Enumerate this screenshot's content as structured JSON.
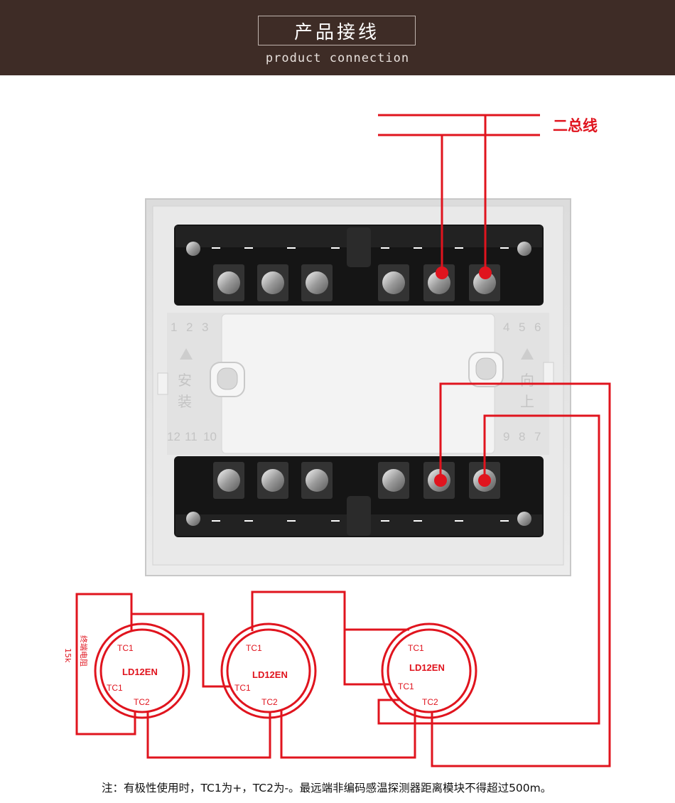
{
  "header": {
    "title": "产品接线",
    "subtitle": "product connection",
    "bg_color": "#3e2c26"
  },
  "bus": {
    "label": "二总线",
    "color": "#e0141e"
  },
  "module": {
    "top_numbers": [
      "1",
      "2",
      "3",
      "4",
      "5",
      "6"
    ],
    "bottom_numbers": [
      "12",
      "11",
      "10",
      "9",
      "8",
      "7"
    ],
    "left_mark": [
      "安",
      "装"
    ],
    "right_mark": [
      "向",
      "上"
    ]
  },
  "detectors": [
    {
      "model": "LD12EN",
      "tc1": "TC1",
      "tc1b": "TC1",
      "tc2": "TC2"
    },
    {
      "model": "LD12EN",
      "tc1": "TC1",
      "tc1b": "TC1",
      "tc2": "TC2"
    },
    {
      "model": "LD12EN",
      "tc1": "TC1",
      "tc1b": "TC1",
      "tc2": "TC2"
    }
  ],
  "resistor": {
    "value": "15k",
    "label": "终端电阻"
  },
  "note": "注：有极性使用时，TC1为+，TC2为-。最远端非编码感温探测器距离模块不得超过500m。"
}
